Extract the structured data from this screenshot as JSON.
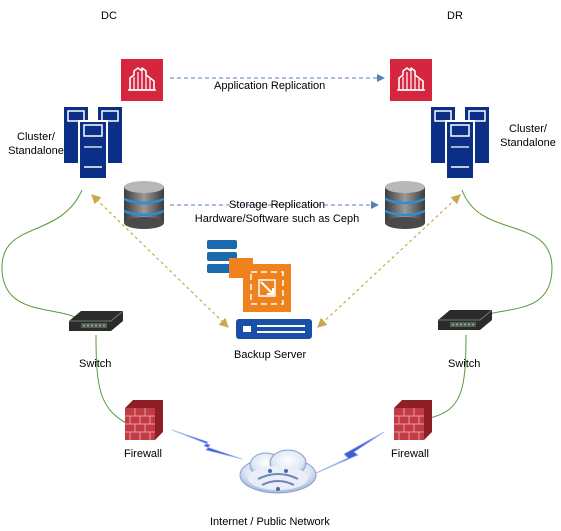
{
  "sites": {
    "dc": {
      "title": "DC",
      "cluster_label_1": "Cluster/",
      "cluster_label_2": "Standalone",
      "switch_label": "Switch",
      "firewall_label": "Firewall"
    },
    "dr": {
      "title": "DR",
      "cluster_label_1": "Cluster/",
      "cluster_label_2": "Standalone",
      "switch_label": "Switch",
      "firewall_label": "Firewall"
    }
  },
  "links": {
    "app_replication": "Application Replication",
    "storage_replication_1": "Storage Replication",
    "storage_replication_2": "Hardware/Software such as Ceph"
  },
  "backup": {
    "label": "Backup Server"
  },
  "internet": {
    "label": "Internet / Public Network"
  },
  "colors": {
    "app_icon": "#d6263f",
    "server": "#0b2e86",
    "storage_disk": "#2a8fd6",
    "backup_orange": "#f0821e",
    "backup_blue": "#1b6aad",
    "firewall": "#b8313a",
    "lightning": "#3d5fd6",
    "green_link": "#5a9a3a",
    "dotted_link": "#c9a94a",
    "replication_arrow": "#5a7fb8"
  },
  "icons": [
    "application-icon",
    "server-cluster-icon",
    "storage-disk-icon",
    "backup-server-icon",
    "network-switch-icon",
    "firewall-icon",
    "cloud-icon",
    "lightning-link-icon"
  ]
}
